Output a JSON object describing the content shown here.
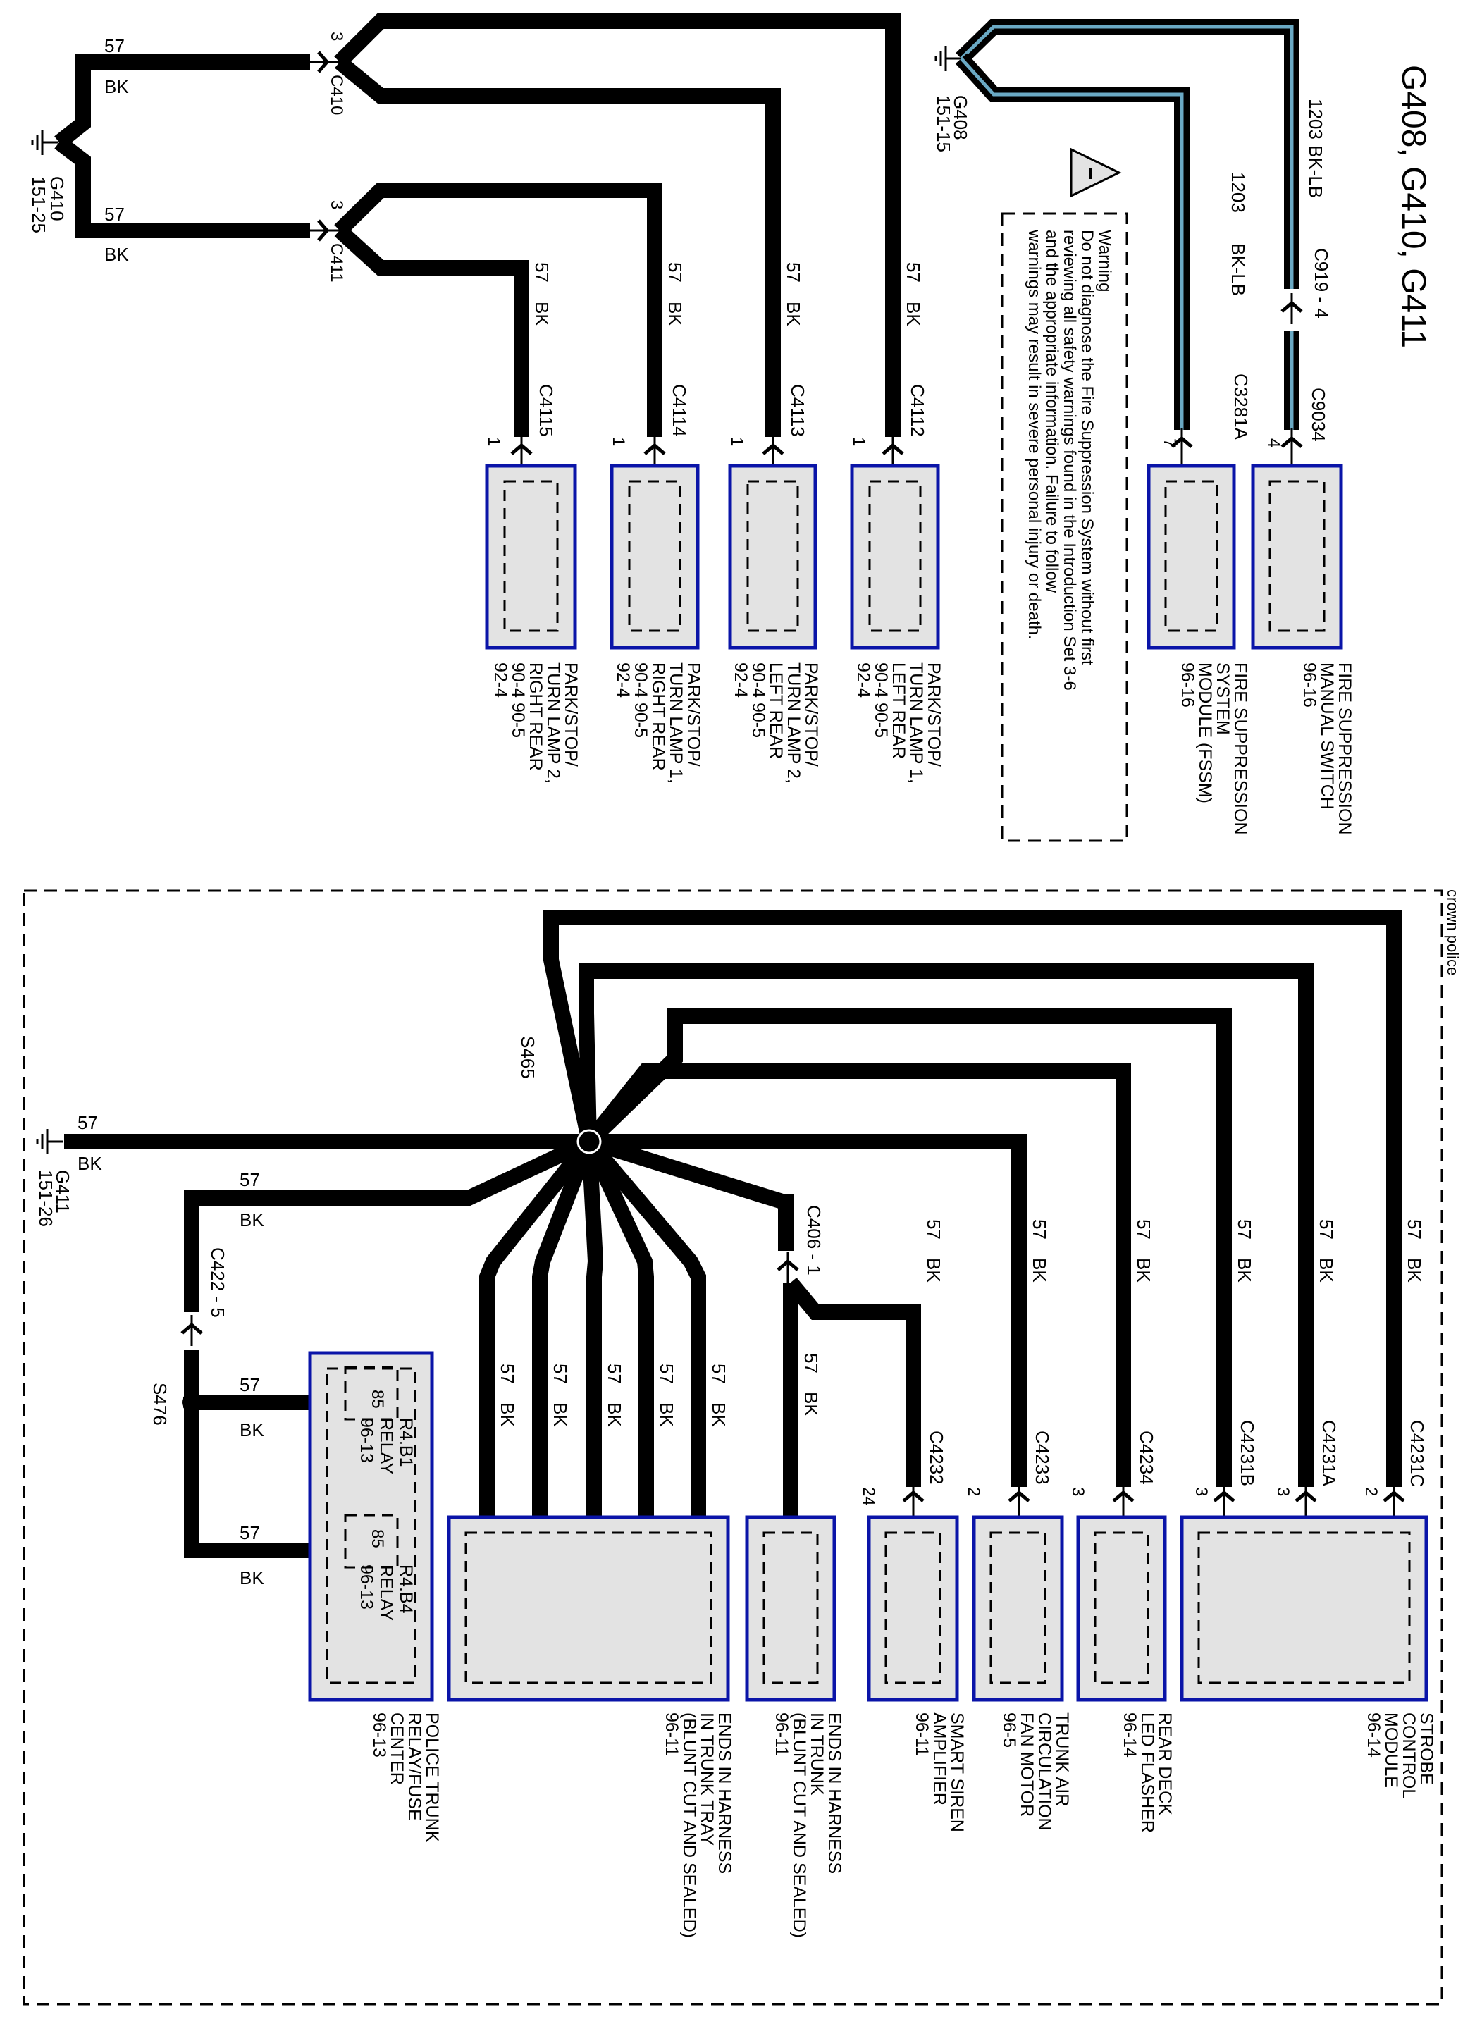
{
  "title": "G408, G410, G411",
  "colors": {
    "wire": "#000000",
    "light_blue_tracer": "#6aa9c4",
    "component_fill": "#e3e3e3",
    "component_border": "#0a14a8"
  },
  "grounds": {
    "g410": {
      "id": "G410",
      "ref": "151-25"
    },
    "g408": {
      "id": "G408",
      "ref": "151-15"
    },
    "g411": {
      "id": "G411",
      "ref": "151-26"
    }
  },
  "top_left": {
    "wire_upper": {
      "circuit": "57",
      "color": "BK"
    },
    "wire_lower": {
      "circuit": "57",
      "color": "BK"
    },
    "c410": {
      "id": "C410",
      "pin": "3"
    },
    "c411": {
      "id": "C411",
      "pin": "3"
    }
  },
  "lamps": [
    {
      "connector": "C4115",
      "pin": "1",
      "circuit": "57",
      "color": "BK",
      "label": [
        "PARK/STOP/",
        "TURN LAMP 2,",
        "RIGHT REAR",
        "90-4      90-5",
        "92-4"
      ]
    },
    {
      "connector": "C4114",
      "pin": "1",
      "circuit": "57",
      "color": "BK",
      "label": [
        "PARK/STOP/",
        "TURN LAMP 1,",
        "RIGHT REAR",
        "90-4      90-5",
        "92-4"
      ]
    },
    {
      "connector": "C4113",
      "pin": "1",
      "circuit": "57",
      "color": "BK",
      "label": [
        "PARK/STOP/",
        "TURN LAMP 2,",
        "LEFT REAR",
        "90-4      90-5",
        "92-4"
      ]
    },
    {
      "connector": "C4112",
      "pin": "1",
      "circuit": "57",
      "color": "BK",
      "label": [
        "PARK/STOP/",
        "TURN LAMP 1,",
        "LEFT REAR",
        "90-4      90-5",
        "92-4"
      ]
    }
  ],
  "fire_suppression": {
    "fssm": {
      "connector": "C3281A",
      "pin": "7",
      "circuit": "1203",
      "color": "BK-LB",
      "label": [
        "FIRE SUPPRESSION",
        "SYSTEM",
        "MODULE (FSSM)",
        "96-16"
      ]
    },
    "manual_switch": {
      "connector": "C9034",
      "pin": "4",
      "inline": "C919 - 4",
      "circuit": "1203",
      "color": "BK-LB",
      "label": [
        "FIRE SUPPRESSION",
        "MANUAL SWITCH",
        "96-16"
      ]
    }
  },
  "warning": {
    "icon": "warning-triangle-icon",
    "heading": "Warning",
    "lines": [
      "Do not diagnose the Fire Suppression System without first",
      "reviewing all safety warnings found in the Introduction Set 3-6",
      "and the appropriate information. Failure to follow",
      "warnings may  result in severe personal injury or death."
    ]
  },
  "crown_police": {
    "frame_label": "crown police",
    "splice_main": "S465",
    "splice_relay": "S476",
    "ground_wire": {
      "circuit": "57",
      "color": "BK"
    },
    "relay_feed": {
      "circuit": "57",
      "color": "BK",
      "inline": "C422 - 5"
    },
    "relay_wires": [
      {
        "circuit": "57",
        "color": "BK"
      },
      {
        "circuit": "57",
        "color": "BK"
      }
    ],
    "relays": [
      {
        "pin": "85",
        "name": "R4.B1",
        "type": "RELAY",
        "ref": "96-13"
      },
      {
        "pin": "85",
        "name": "R4.B4",
        "type": "RELAY",
        "ref": "96-13"
      }
    ],
    "relay_center_label": [
      "POLICE TRUNK",
      "RELAY/FUSE",
      "CENTER",
      "96-13"
    ],
    "tray_wires": [
      {
        "circuit": "57",
        "color": "BK"
      },
      {
        "circuit": "57",
        "color": "BK"
      },
      {
        "circuit": "57",
        "color": "BK"
      },
      {
        "circuit": "57",
        "color": "BK"
      },
      {
        "circuit": "57",
        "color": "BK"
      }
    ],
    "tray_label": [
      "ENDS IN HARNESS",
      "IN TRUNK TRAY",
      "(BLUNT CUT AND SEALED)",
      "96-11"
    ],
    "c406": {
      "inline": "C406 - 1"
    },
    "trunk_wire": {
      "circuit": "57",
      "color": "BK"
    },
    "trunk_label": [
      "ENDS IN HARNESS",
      "IN TRUNK",
      "(BLUNT CUT AND SEALED)",
      "96-11"
    ],
    "modules": [
      {
        "key": "siren",
        "connector": "C4232",
        "pin": "24",
        "circuit": "57",
        "color": "BK",
        "label": [
          "SMART SIREN",
          "AMPLIFIER",
          "96-11"
        ]
      },
      {
        "key": "fan",
        "connector": "C4233",
        "pin": "2",
        "circuit": "57",
        "color": "BK",
        "label": [
          "TRUNK AIR",
          "CIRCULATION",
          "FAN MOTOR",
          "96-5"
        ]
      },
      {
        "key": "flasher",
        "connector": "C4234",
        "pin": "3",
        "circuit": "57",
        "color": "BK",
        "label": [
          "REAR DECK",
          "LED FLASHER",
          "96-14"
        ]
      }
    ],
    "strobe": {
      "connectors": [
        {
          "connector": "C4231B",
          "pin": "3",
          "circuit": "57",
          "color": "BK"
        },
        {
          "connector": "C4231A",
          "pin": "3",
          "circuit": "57",
          "color": "BK"
        },
        {
          "connector": "C4231C",
          "pin": "2",
          "circuit": "57",
          "color": "BK"
        }
      ],
      "label": [
        "STROBE",
        "CONTROL",
        "MODULE",
        "96-14"
      ]
    }
  }
}
